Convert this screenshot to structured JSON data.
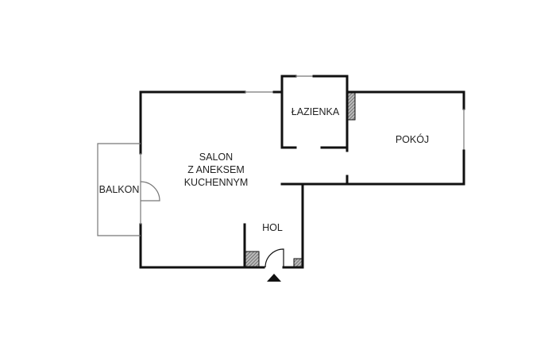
{
  "rooms": {
    "salon": [
      "SALON",
      "Z ANEKSEM",
      "KUCHENNYM"
    ],
    "balkon": "BALKON",
    "hol": "HOL",
    "lazienka": "ŁAZIENKA",
    "pokoj": "POKÓJ"
  },
  "colors": {
    "wall": "#111111",
    "hatch": "#888888"
  }
}
